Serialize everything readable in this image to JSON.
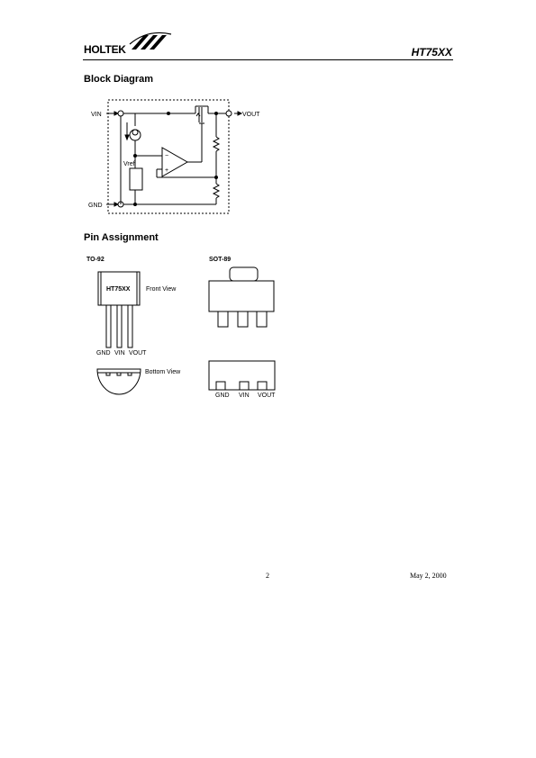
{
  "header": {
    "brand": "HOLTEK",
    "doc_code": "HT75XX"
  },
  "sections": {
    "block_diagram": "Block Diagram",
    "pin_assignment": "Pin Assignment"
  },
  "block_diagram": {
    "vin": "VIN",
    "vout": "VOUT",
    "gnd": "GND",
    "vref": "Vref",
    "minus": "−",
    "plus": "+"
  },
  "to92": {
    "title": "TO-92",
    "part": "HT75XX",
    "front_view": "Front View",
    "bottom_view": "Bottom View",
    "pins": [
      "GND",
      "VIN",
      "VOUT"
    ]
  },
  "sot89": {
    "title": "SOT-89",
    "pins": [
      "GND",
      "VIN",
      "VOUT"
    ]
  },
  "footer": {
    "page_number": "2",
    "date": "May 2, 2000"
  }
}
